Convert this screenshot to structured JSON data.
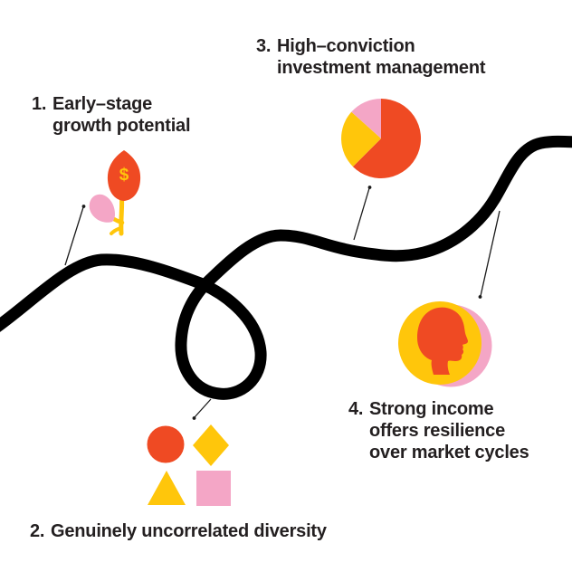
{
  "title": "Investment benefits illustrated journey",
  "palette": {
    "red": "#EF4A23",
    "yellow": "#FFC60B",
    "pink": "#F4A6C6",
    "ink": "#231F20",
    "line": "#000000",
    "bg": "#FFFFFF"
  },
  "items": [
    {
      "number": "1.",
      "lines": [
        "Early–stage",
        "growth potential"
      ],
      "icon": "money-plant"
    },
    {
      "number": "2.",
      "lines": [
        "Genuinely uncorrelated diversity"
      ],
      "icon": "abstract-shapes"
    },
    {
      "number": "3.",
      "lines": [
        "High–conviction",
        "investment management"
      ],
      "icon": "pie-chart"
    },
    {
      "number": "4.",
      "lines": [
        "Strong income",
        "offers resilience",
        "over market cycles"
      ],
      "icon": "coin-profile"
    }
  ],
  "plant": {
    "dollar_sign": "$"
  },
  "chart_data": {
    "type": "pie",
    "title": "High-conviction investment management (decorative pie)",
    "slices": [
      {
        "label": "red",
        "value": 62.5,
        "color": "#EF4A23"
      },
      {
        "label": "yellow",
        "value": 24.0,
        "color": "#FFC60B"
      },
      {
        "label": "pink",
        "value": 13.5,
        "color": "#F4A6C6"
      }
    ],
    "start_angle_deg": 0,
    "direction": "clockwise",
    "legend": "none"
  }
}
